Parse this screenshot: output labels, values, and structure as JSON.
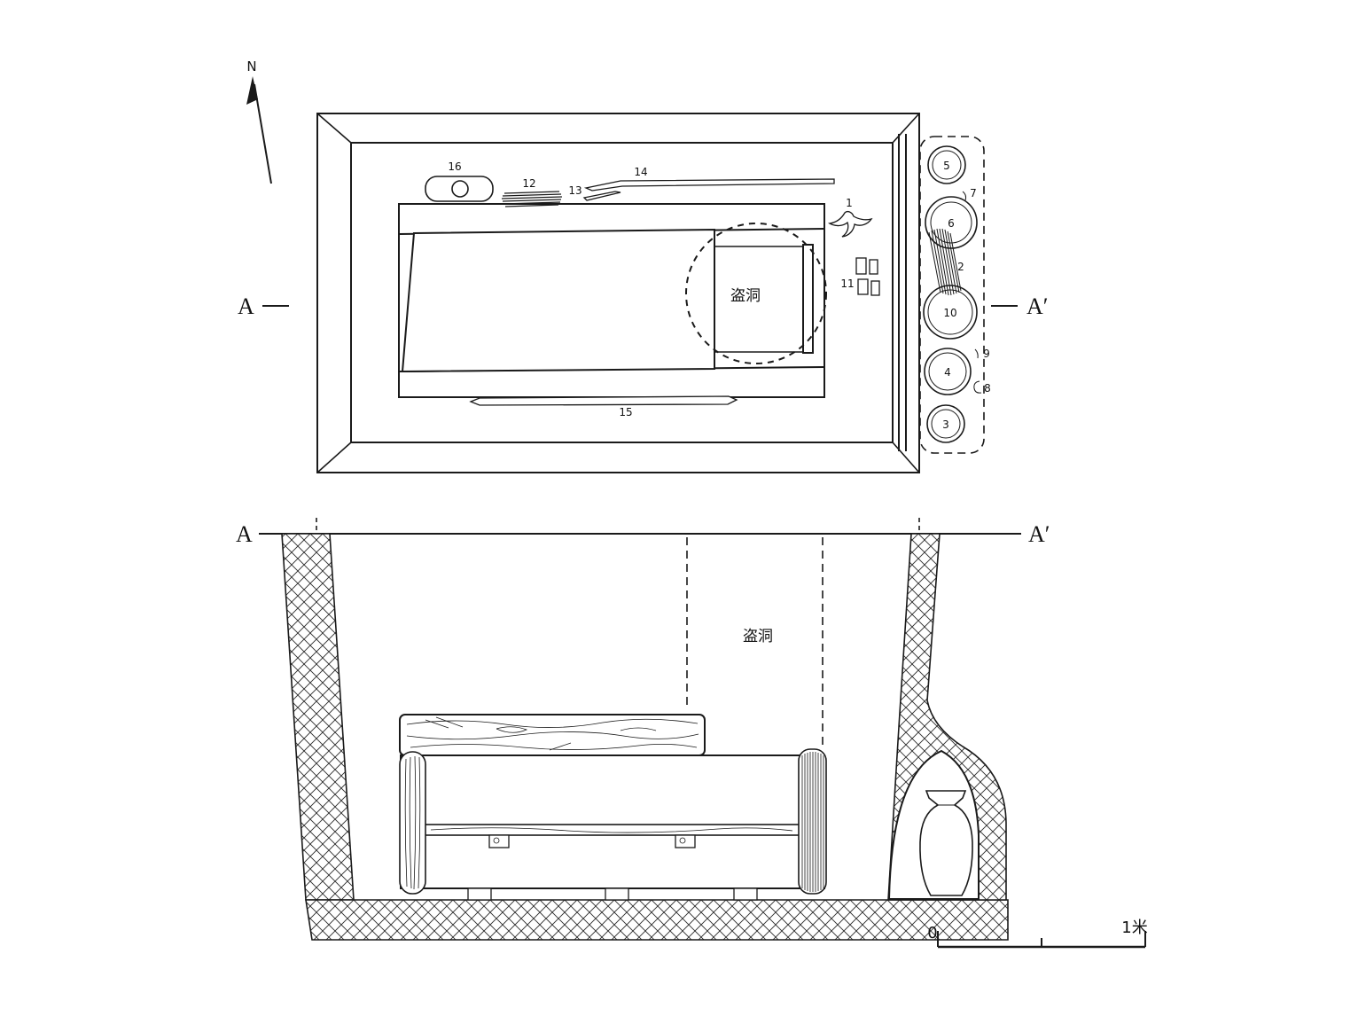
{
  "colors": {
    "ink": "#1a1a1a",
    "background": "#ffffff"
  },
  "compass": {
    "label": "N"
  },
  "plan": {
    "section_marker_left": "A",
    "section_marker_right": "A′",
    "robber_hole": "盗洞",
    "labels": {
      "n1": "1",
      "n2": "2",
      "n3": "3",
      "n4": "4",
      "n5": "5",
      "n6": "6",
      "n7": "7",
      "n8": "8",
      "n9": "9",
      "n10": "10",
      "n11": "11",
      "n12": "12",
      "n13": "13",
      "n14": "14",
      "n15": "15",
      "n16": "16"
    }
  },
  "section": {
    "marker_left": "A",
    "marker_right": "A′",
    "robber_hole": "盗洞"
  },
  "scale_bar": {
    "zero": "0",
    "label": "1米"
  }
}
